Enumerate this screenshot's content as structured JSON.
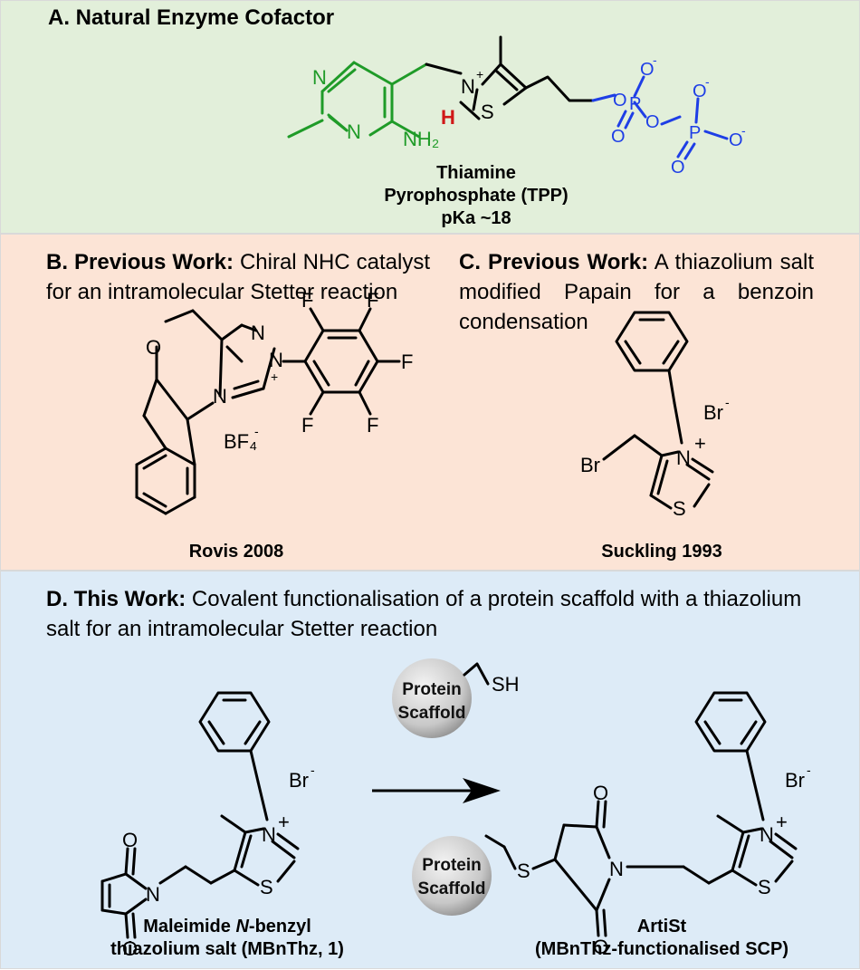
{
  "panel_a": {
    "title": "A. Natural Enzyme Cofactor",
    "caption_line1": "Thiamine",
    "caption_line2": "Pyrophosphate (TPP)",
    "caption_line3": "pKa ~18"
  },
  "panel_b": {
    "title_bold": "B. Previous Work:",
    "title_rest": " Chiral NHC catalyst for an intramolecular Stetter reaction",
    "caption": "Rovis 2008"
  },
  "panel_c": {
    "title_bold": "C. Previous Work:",
    "title_rest": " A thiazolium salt modified Papain for a benzoin condensation",
    "caption": "Suckling 1993"
  },
  "panel_d": {
    "title_bold": "D. This Work:",
    "title_rest": " Covalent functionalisation of a protein scaffold with a thiazolium salt for an intramolecular Stetter reaction",
    "reagent_caption_line1_pre": "Maleimide ",
    "reagent_caption_line1_italic": "N",
    "reagent_caption_line1_post": "-benzyl",
    "reagent_caption_line2": "thiazolium salt (MBnThz, 1)",
    "product_caption_line1": "ArtiSt",
    "product_caption_line2": "(MBnThz-functionalised SCP)",
    "protein_word": "Protein",
    "scaffold_word": "Scaffold"
  },
  "atoms": {
    "N": "N",
    "S": "S",
    "O": "O",
    "P": "P",
    "H": "H",
    "NH2": "NH₂",
    "plus": "+",
    "minus": "-",
    "Br": "Br",
    "BF4": "BF₄",
    "F": "F",
    "SH": "SH"
  },
  "colors": {
    "panel_a_bg": "#e2efda",
    "panel_bc_bg": "#fce4d6",
    "panel_d_bg": "#ddebf7",
    "pyrimidine_green": "#1f9b28",
    "phosphate_blue": "#1e3ee6",
    "acidic_h_red": "#d01818",
    "bead_gray": "#c8c8c8"
  }
}
